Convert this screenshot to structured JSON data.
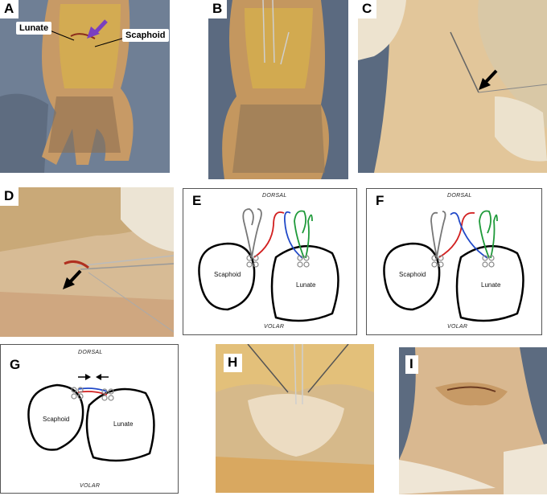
{
  "panels": {
    "A": {
      "letter": "A",
      "lunate_label": "Lunate",
      "scaphoid_label": "Scaphoid"
    },
    "B": {
      "letter": "B"
    },
    "C": {
      "letter": "C"
    },
    "D": {
      "letter": "D"
    },
    "E": {
      "letter": "E",
      "dorsal": "DORSAL",
      "volar": "VOLAR",
      "scaphoid": "Scaphoid",
      "lunate": "Lunate"
    },
    "F": {
      "letter": "F",
      "dorsal": "DORSAL",
      "volar": "VOLAR",
      "scaphoid": "Scaphoid",
      "lunate": "Lunate"
    },
    "G": {
      "letter": "G",
      "dorsal": "DORSAL",
      "volar": "VOLAR",
      "scaphoid": "Scaphoid",
      "lunate": "Lunate"
    },
    "H": {
      "letter": "H"
    },
    "I": {
      "letter": "I"
    }
  },
  "colors": {
    "suture_gray": "#777777",
    "suture_red": "#d22020",
    "suture_blue": "#2048c8",
    "suture_green": "#1f9a3a",
    "arrow_purple": "#7a3fc0"
  }
}
